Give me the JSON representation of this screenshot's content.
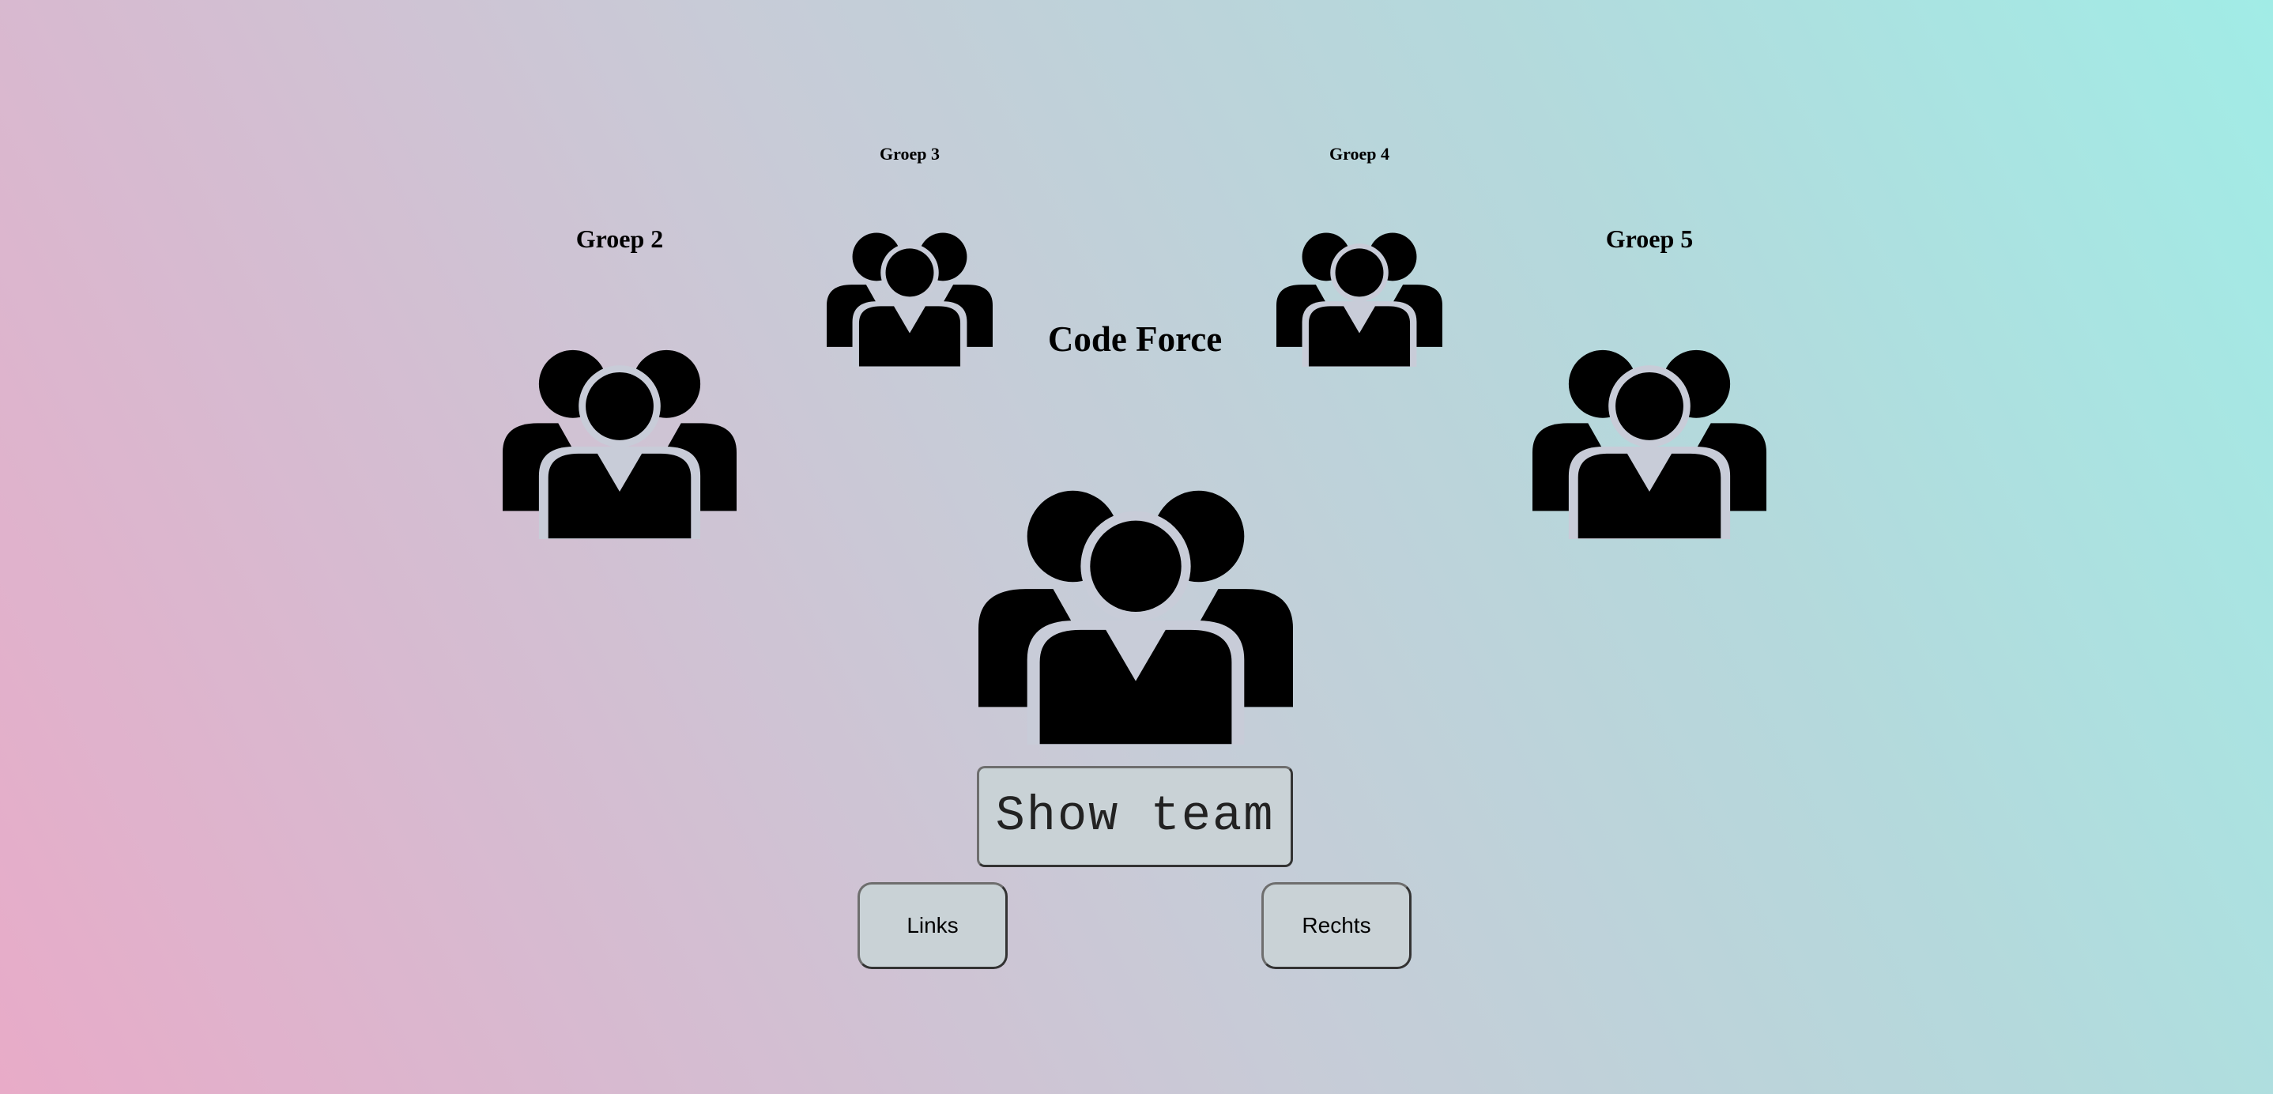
{
  "title": "Code Force",
  "groups": {
    "groep2": {
      "label": "Groep 2",
      "icon": "team-icon"
    },
    "groep3": {
      "label": "Groep 3",
      "icon": "team-icon"
    },
    "groep4": {
      "label": "Groep 4",
      "icon": "team-icon"
    },
    "groep5": {
      "label": "Groep 5",
      "icon": "team-icon"
    },
    "main": {
      "icon": "team-icon"
    }
  },
  "buttons": {
    "show_team": "Show team",
    "left": "Links",
    "right": "Rechts"
  },
  "colors": {
    "icon": "#000000",
    "button_bg": "#c9d2d6"
  }
}
